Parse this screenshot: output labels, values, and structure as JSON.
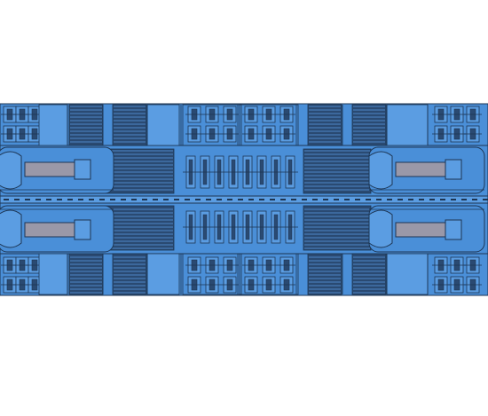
{
  "colors": {
    "background": "#ffffff",
    "panel": "#4a8fd8",
    "panel_light": "#5b9de2",
    "line": "#1d3553",
    "track": "#2a4a72",
    "gray_bar": "#9a98a8"
  },
  "diagram": {
    "kind": "mirrored-circuit-layout",
    "rows": 2,
    "mirror_axis": "horizontal-center",
    "repeating_units": 2
  }
}
